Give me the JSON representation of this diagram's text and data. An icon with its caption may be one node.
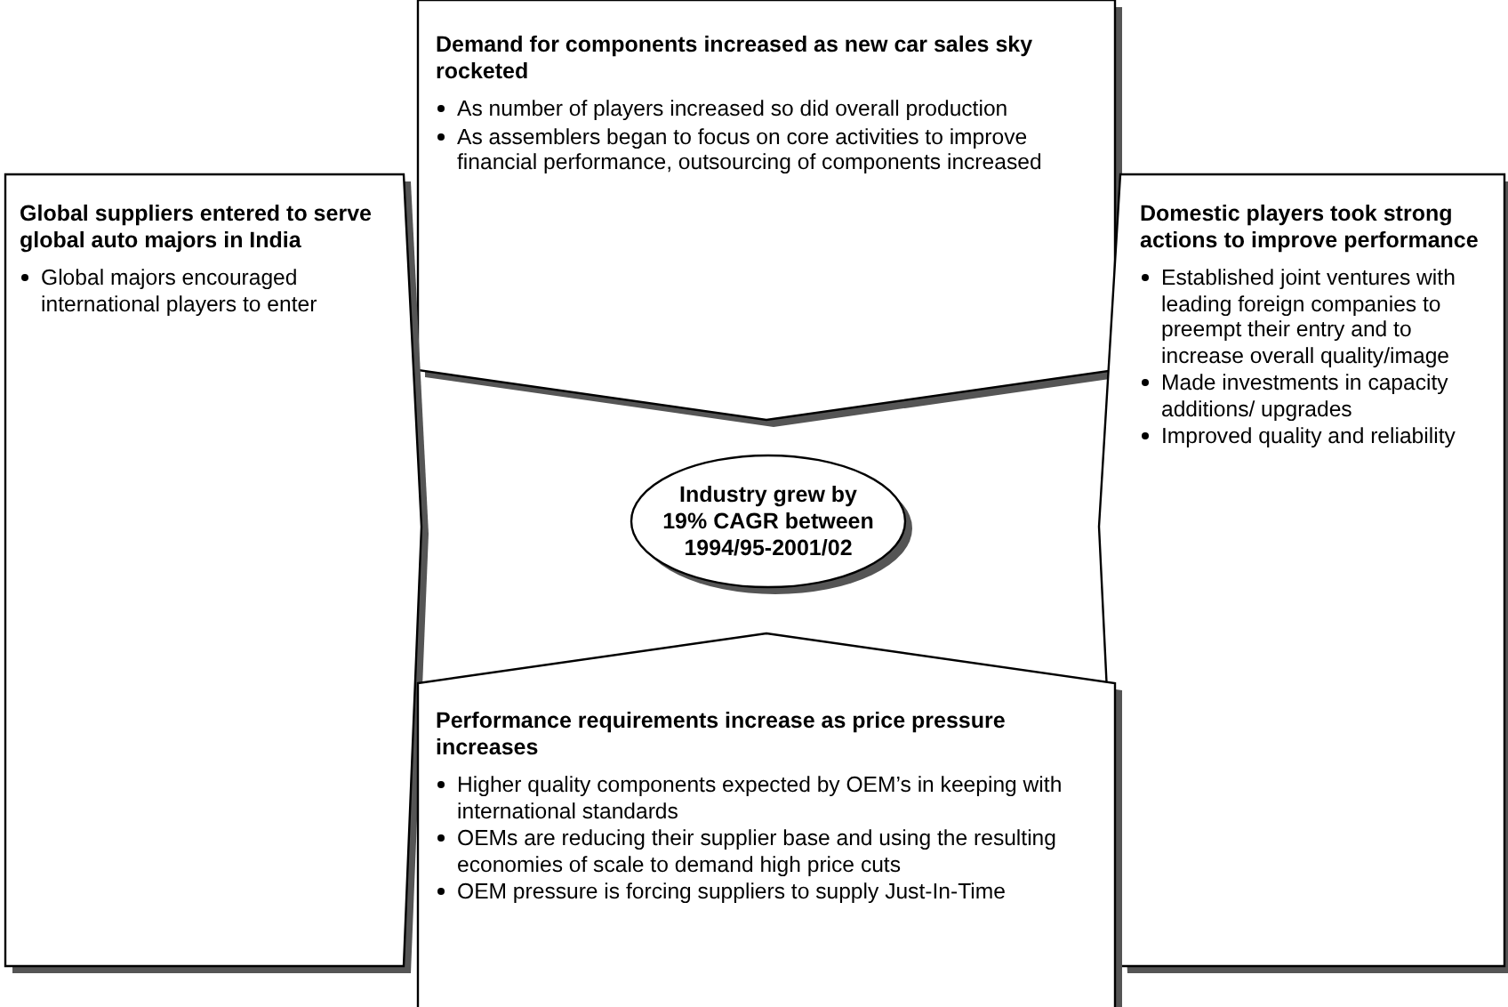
{
  "diagram": {
    "nodes": [
      {
        "text": [
          "Demand for components increased as new car sales sky rocketed",
          "As number of players increased so did overall production",
          "As assemblers began to focus on core activities to improve financial performance, outsourcing of components increased"
        ]
      },
      {
        "text": [
          "Global suppliers entered to serve global auto majors in India",
          "Global majors encouraged international players to enter"
        ]
      },
      {
        "text": [
          "Industry grew by 19% CAGR between 1994/95-2001/02"
        ]
      },
      {
        "text": [
          "Domestic players took strong actions to improve performance",
          "Established joint ventures with leading foreign companies to preempt their entry and to increase overall quality/image",
          "Made investments in capacity additions/ upgrades",
          "Improved quality and reliability"
        ]
      },
      {
        "text": [
          "Performance requirements increase as price pressure increases",
          "Higher quality components expected by OEM’s in keeping with international standards",
          "OEMs are reducing their supplier base and using the resulting economies of scale to demand high price cuts",
          "OEM pressure is forcing suppliers to supply Just-In-Time"
        ]
      }
    ]
  }
}
